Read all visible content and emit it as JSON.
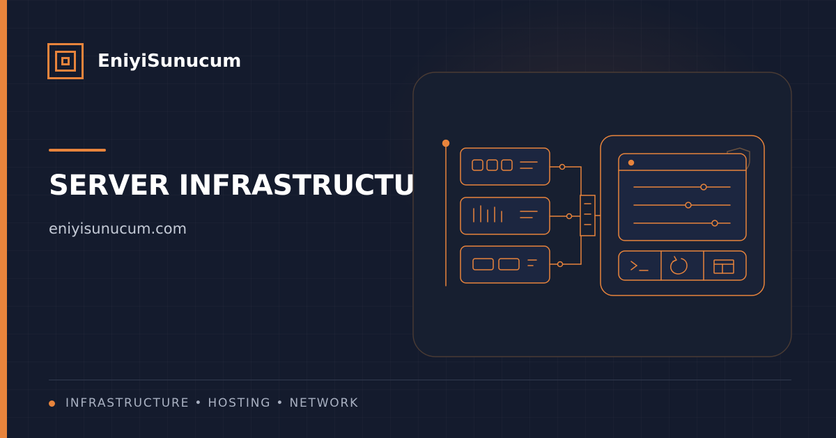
{
  "brand": {
    "name": "EniyiSunucum"
  },
  "hero": {
    "title": "SERVER INFRASTRUCTURE",
    "domain": "eniyisunucum.com"
  },
  "footer": {
    "tagline": "INFRASTRUCTURE • HOSTING • NETWORK"
  },
  "colors": {
    "accent": "#e8843c",
    "background": "#151c2e",
    "panel": "#1b2334",
    "text_primary": "#ffffff",
    "text_secondary": "#c4cad6",
    "text_muted": "#a9b1c2"
  },
  "illustration": {
    "server_panels": [
      "buttons-panel",
      "bars-panel",
      "slots-panel"
    ],
    "control_bar_icons": [
      "terminal-icon",
      "refresh-icon",
      "layout-icon"
    ],
    "slider_count": 3
  }
}
